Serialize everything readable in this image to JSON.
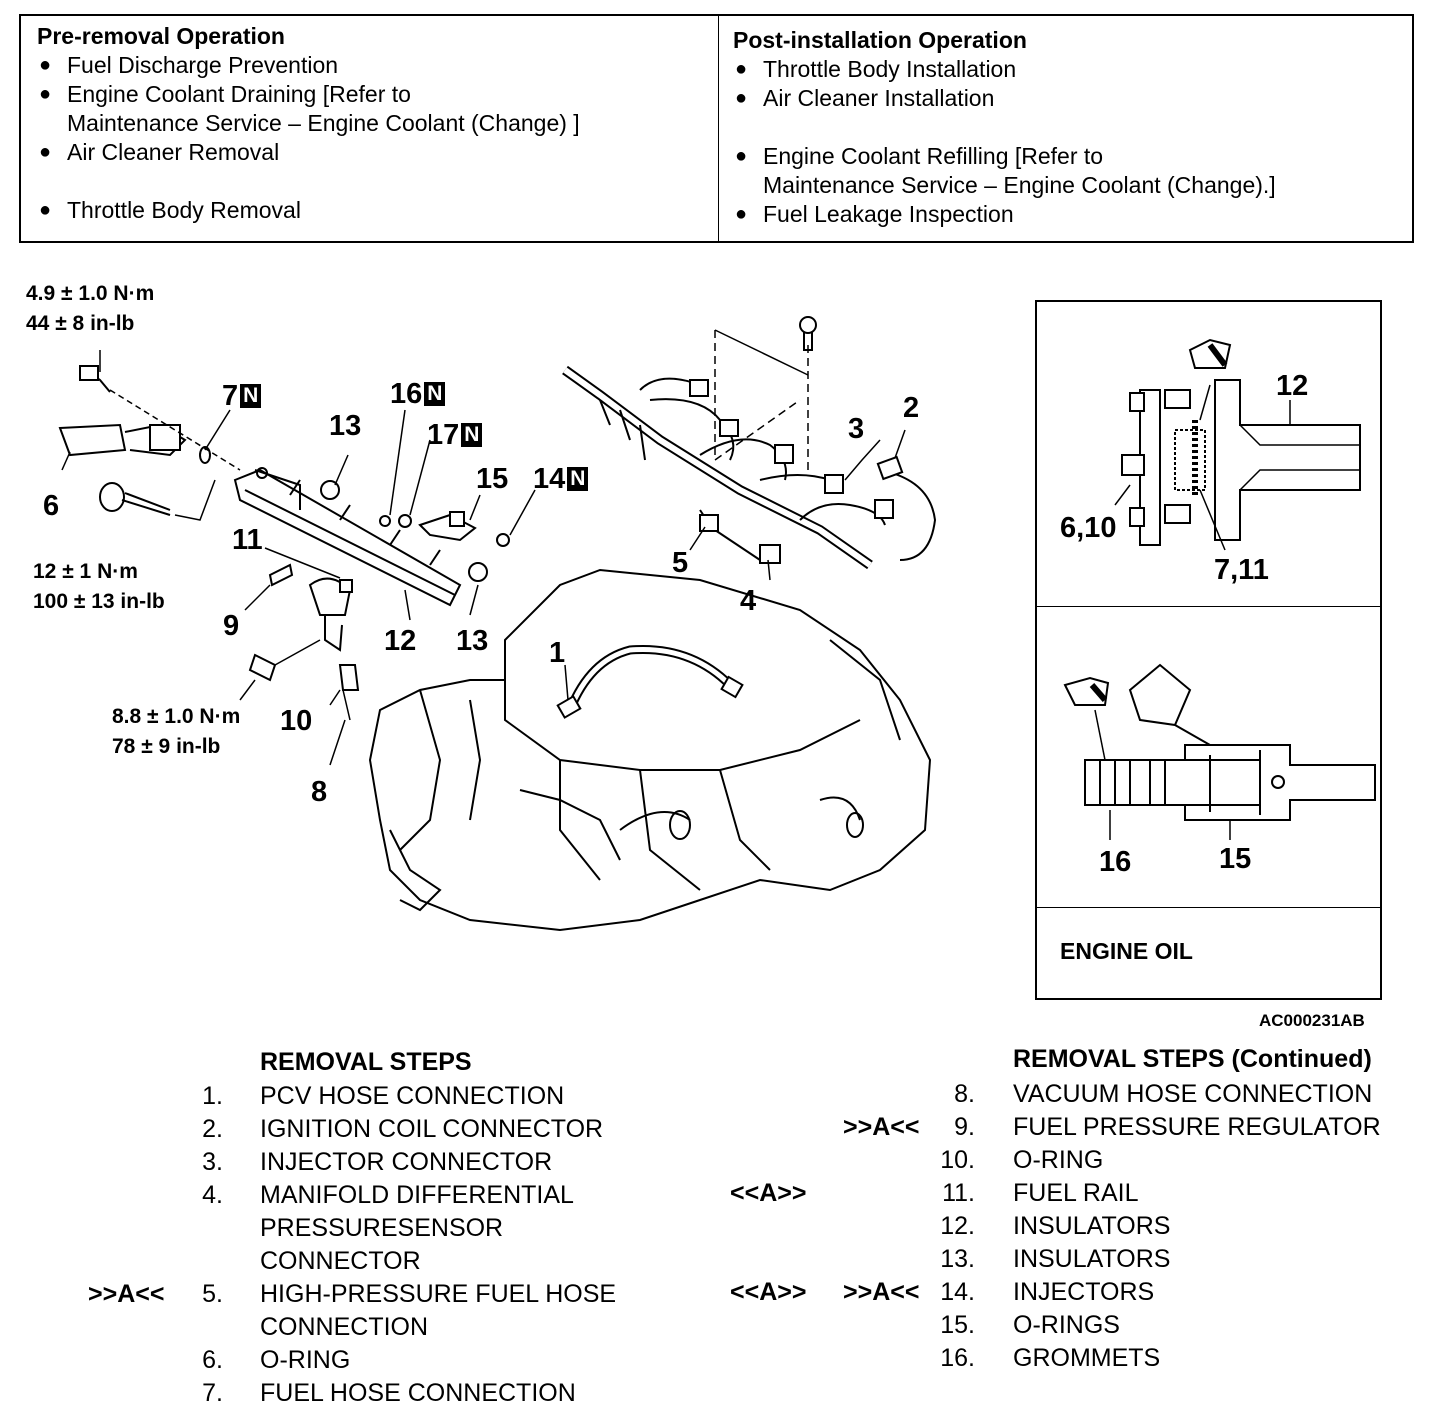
{
  "pre_removal": {
    "title": "Pre-removal Operation",
    "items": [
      "Fuel Discharge Prevention",
      "Engine Coolant Draining [Refer to",
      "Maintenance Service – Engine Coolant (Change) ]",
      "Air Cleaner Removal",
      "Throttle Body Removal"
    ]
  },
  "post_installation": {
    "title": "Post-installation Operation",
    "items": [
      "Throttle Body Installation",
      "Air Cleaner Installation",
      "Engine Coolant Refilling [Refer to",
      "Maintenance Service – Engine Coolant (Change).]",
      "Fuel Leakage Inspection"
    ]
  },
  "torques": {
    "t1": [
      "4.9 ± 1.0 N·m",
      "44 ± 8 in-lb"
    ],
    "t2": [
      "12 ± 1 N·m",
      "100 ± 13 in-lb"
    ],
    "t3": [
      "8.8 ± 1.0 N·m",
      "78 ± 9 in-lb"
    ]
  },
  "callouts": {
    "c1": "1",
    "c2": "2",
    "c3": "3",
    "c4": "4",
    "c5": "5",
    "c6": "6",
    "c7": "7",
    "c8": "8",
    "c9": "9",
    "c10": "10",
    "c11": "11",
    "c12": "12",
    "c13a": "13",
    "c13b": "13",
    "c14": "14",
    "c15": "15",
    "c16": "16",
    "c17": "17",
    "n_badge": "N"
  },
  "inset": {
    "top_12": "12",
    "top_6_10": "6,10",
    "top_7_11": "7,11",
    "bottom_16": "16",
    "bottom_15": "15",
    "note": "ENGINE OIL"
  },
  "figure_code": "AC000231AB",
  "removal_steps": {
    "title": "REMOVAL STEPS",
    "title_continued": "REMOVAL STEPS (Continued)",
    "left": [
      {
        "num": "1.",
        "text": "PCV HOSE CONNECTION"
      },
      {
        "num": "2.",
        "text": "IGNITION COIL CONNECTOR"
      },
      {
        "num": "3.",
        "text": "INJECTOR CONNECTOR"
      },
      {
        "num": "4.",
        "text": "MANIFOLD DIFFERENTIAL"
      },
      {
        "num": "",
        "text": "PRESSURESENSOR"
      },
      {
        "num": "",
        "text": "CONNECTOR"
      },
      {
        "num": "5.",
        "text": "HIGH-PRESSURE FUEL HOSE"
      },
      {
        "num": "",
        "text": "CONNECTION"
      },
      {
        "num": "6.",
        "text": "O-RING"
      },
      {
        "num": "7.",
        "text": "FUEL HOSE CONNECTION"
      }
    ],
    "right": [
      {
        "num": "8.",
        "text": "VACUUM HOSE CONNECTION"
      },
      {
        "num": "9.",
        "text": "FUEL PRESSURE REGULATOR"
      },
      {
        "num": "10.",
        "text": "O-RING"
      },
      {
        "num": "11.",
        "text": "FUEL RAIL"
      },
      {
        "num": "12.",
        "text": "INSULATORS"
      },
      {
        "num": "13.",
        "text": "INSULATORS"
      },
      {
        "num": "14.",
        "text": "INJECTORS"
      },
      {
        "num": "15.",
        "text": "O-RINGS"
      },
      {
        "num": "16.",
        "text": "GROMMETS"
      }
    ],
    "marks": {
      "install_a": ">>A<<",
      "remove_a": "<<A>>"
    }
  }
}
